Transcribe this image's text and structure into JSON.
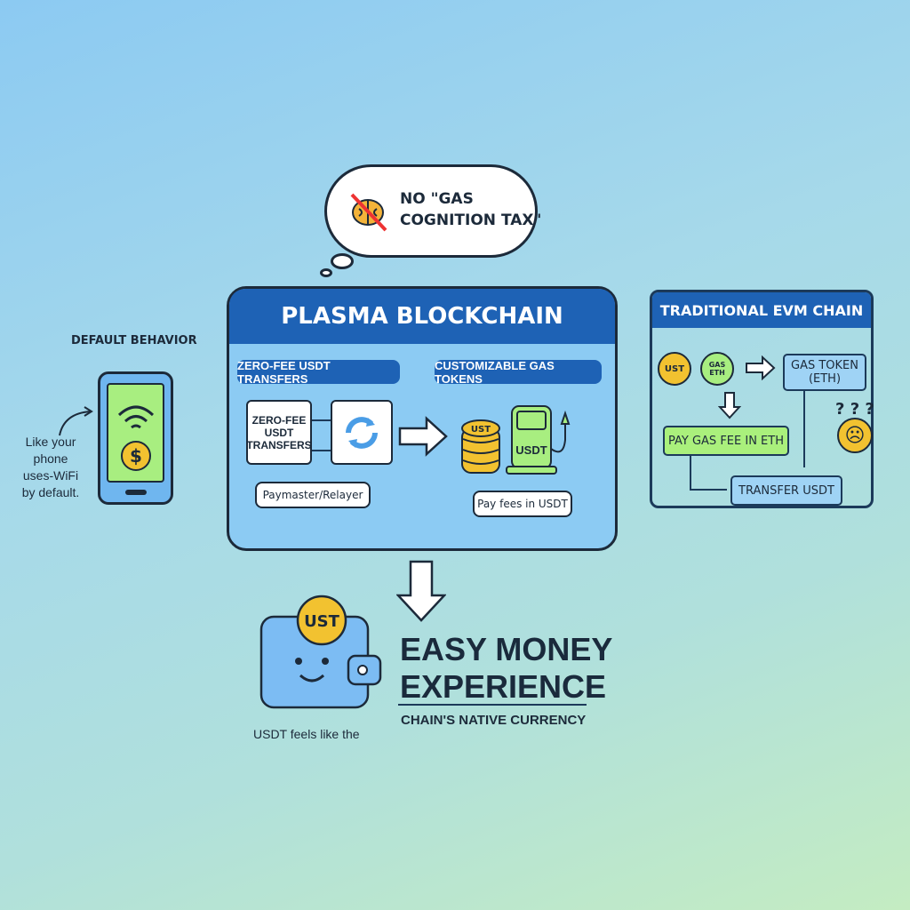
{
  "thought": {
    "text_line1": "NO \"GAS",
    "text_line2": "COGNITION TAX\"",
    "icon": "crossed-out-brain-icon"
  },
  "plasma": {
    "title": "PLASMA BLOCKCHAIN",
    "left_pill": "ZERO-FEE USDT TRANSFERS",
    "right_pill": "CUSTOMIZABLE GAS TOKENS",
    "transfer_box": [
      "ZERO-FEE",
      "USDT",
      "TRANSFERS"
    ],
    "paymaster_label": "Paymaster/Relayer",
    "coin_stack_label": "UST",
    "pump_label": "USDT",
    "pay_fees_label": "Pay fees in USDT"
  },
  "phone": {
    "heading": "DEFAULT BEHAVIOR",
    "caption": [
      "Like your",
      "phone",
      "uses-WiFi",
      "by default."
    ]
  },
  "evm": {
    "title": "TRADITIONAL EVM CHAIN",
    "coin_ust": "UST",
    "coin_gas": [
      "GAS",
      "ETH"
    ],
    "gas_token": [
      "GAS TOKEN",
      "(ETH)"
    ],
    "pay_gas": "PAY GAS FEE IN ETH",
    "transfer": "TRANSFER USDT",
    "confused": "? ? ?"
  },
  "result": {
    "coin_label": "UST",
    "headline_line1": "EASY MONEY",
    "headline_line2": "EXPERIENCE",
    "caption_left": "USDT feels like the",
    "caption_right": "CHAIN'S NATIVE CURRENCY"
  },
  "colors": {
    "primary_blue": "#1e62b5",
    "panel_blue": "#8ccbf3",
    "green": "#aaf07c",
    "coin_gold": "#f2c230"
  }
}
